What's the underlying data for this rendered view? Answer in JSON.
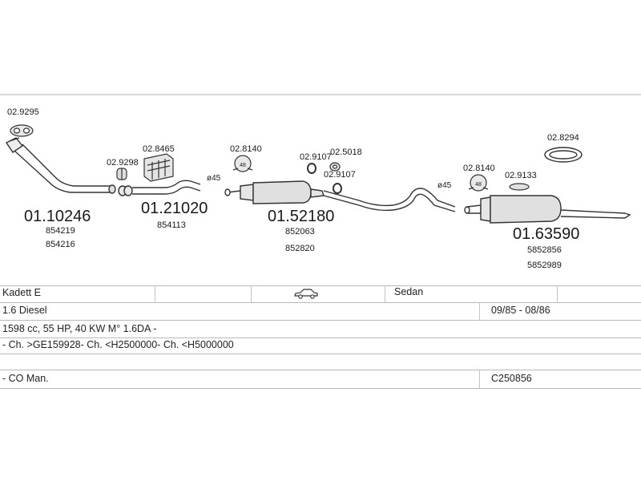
{
  "parts": [
    {
      "number": "01.10246",
      "refs": [
        "854219",
        "854216"
      ]
    },
    {
      "number": "01.21020",
      "refs": [
        "854113"
      ]
    },
    {
      "number": "01.52180",
      "refs": [
        "852063",
        "852820"
      ]
    },
    {
      "number": "01.63590",
      "refs": [
        "5852856",
        "5852989"
      ]
    }
  ],
  "fittings": {
    "f1": "02.9295",
    "f2": "02.9298",
    "f3": "02.8465",
    "f4": "02.8140",
    "f5": "02.9107",
    "f6": "02.5018",
    "f7": "02.9107",
    "f8": "02.8140",
    "f9": "02.9133",
    "f10": "02.8294"
  },
  "diameters": {
    "d1": "ø45",
    "d2": "ø45"
  },
  "clamp_marks": {
    "c1": "48",
    "c2": "48"
  },
  "vehicle": {
    "model": "Kadett E",
    "body": "Sedan",
    "engine": "1.6 Diesel",
    "period": "09/85 - 08/86",
    "spec": "1598 cc, 55 HP, 40 KW M° 1.6DA -",
    "chassis": "- Ch. >GE159928- Ch. <H2500000- Ch. <H5000000",
    "emission": "- CO Man.",
    "code": "C250856"
  }
}
